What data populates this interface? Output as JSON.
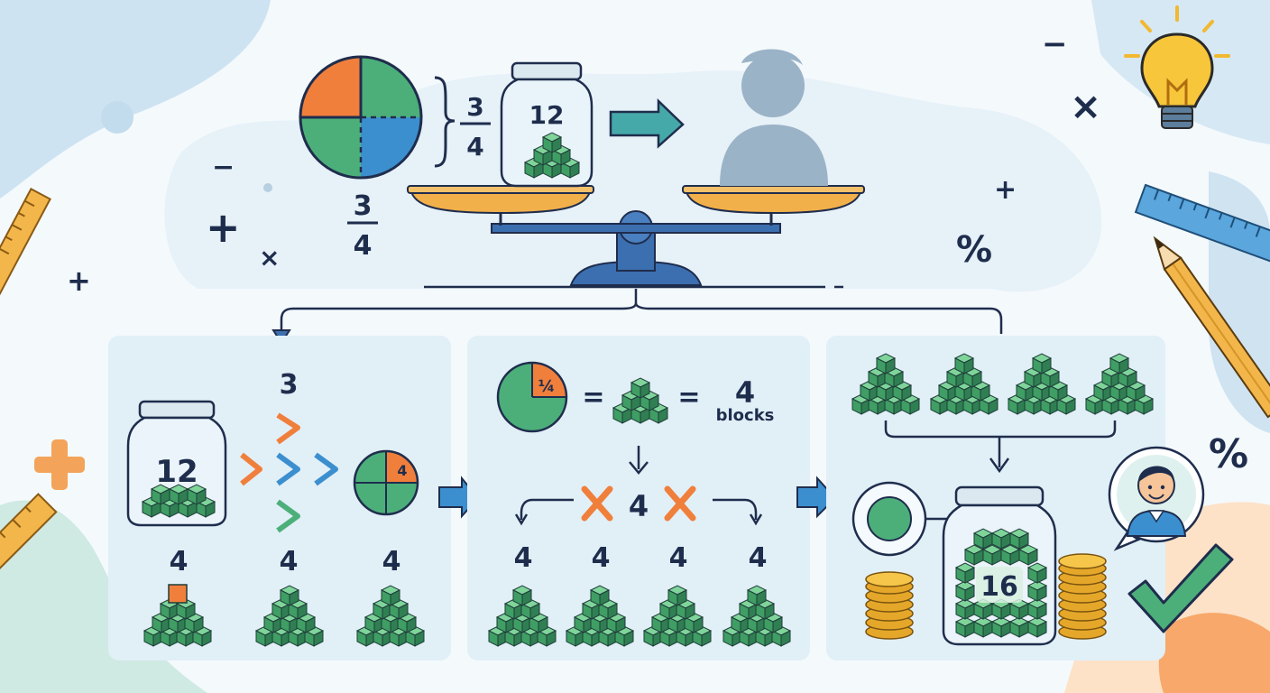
{
  "top": {
    "pie_fraction": {
      "numerator": "3",
      "denominator": "4"
    },
    "brace_fraction": {
      "numerator": "3",
      "denominator": "4"
    },
    "jar_count": "12"
  },
  "panel1": {
    "jar_count": "12",
    "split_count": "3",
    "quarter_label": "4",
    "group_counts": [
      "4",
      "4",
      "4"
    ]
  },
  "panel2": {
    "quarter_label": "¼",
    "block_count": "4",
    "block_unit": "blocks",
    "multiplier": "4",
    "group_counts": [
      "4",
      "4",
      "4",
      "4"
    ]
  },
  "panel3": {
    "jar_total": "16"
  },
  "colors": {
    "green": "#4caf7a",
    "orange": "#f07f3c",
    "blue": "#3c8fcf",
    "navy": "#1f2d4d",
    "panel": "#e1eff7",
    "gold": "#f2b830",
    "silhouette": "#9bb3c7"
  }
}
